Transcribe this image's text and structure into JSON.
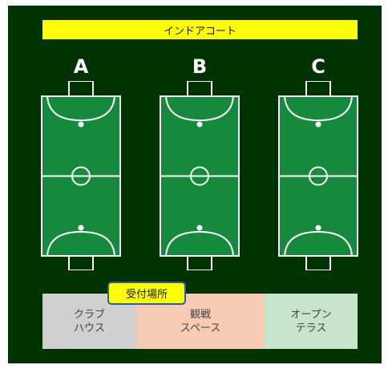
{
  "map": {
    "banner": "インドアコート",
    "courts": [
      {
        "label": "A"
      },
      {
        "label": "B"
      },
      {
        "label": "C"
      }
    ],
    "facilities": {
      "club_house": {
        "line1": "クラブ",
        "line2": "ハウス"
      },
      "spectator": {
        "line1": "観戦",
        "line2": "スペース"
      },
      "open_terrace": {
        "line1": "オープン",
        "line2": "テラス"
      }
    },
    "reception": "受付場所"
  },
  "colors": {
    "background": "#003300",
    "court_green": "#168a3c",
    "line_white": "#ffffff",
    "banner": "#ffff00",
    "club_house": "#d0d0d0",
    "spectator": "#f8ccb4",
    "open_terrace": "#c8e4cc",
    "reception_border": "#355c9a"
  }
}
